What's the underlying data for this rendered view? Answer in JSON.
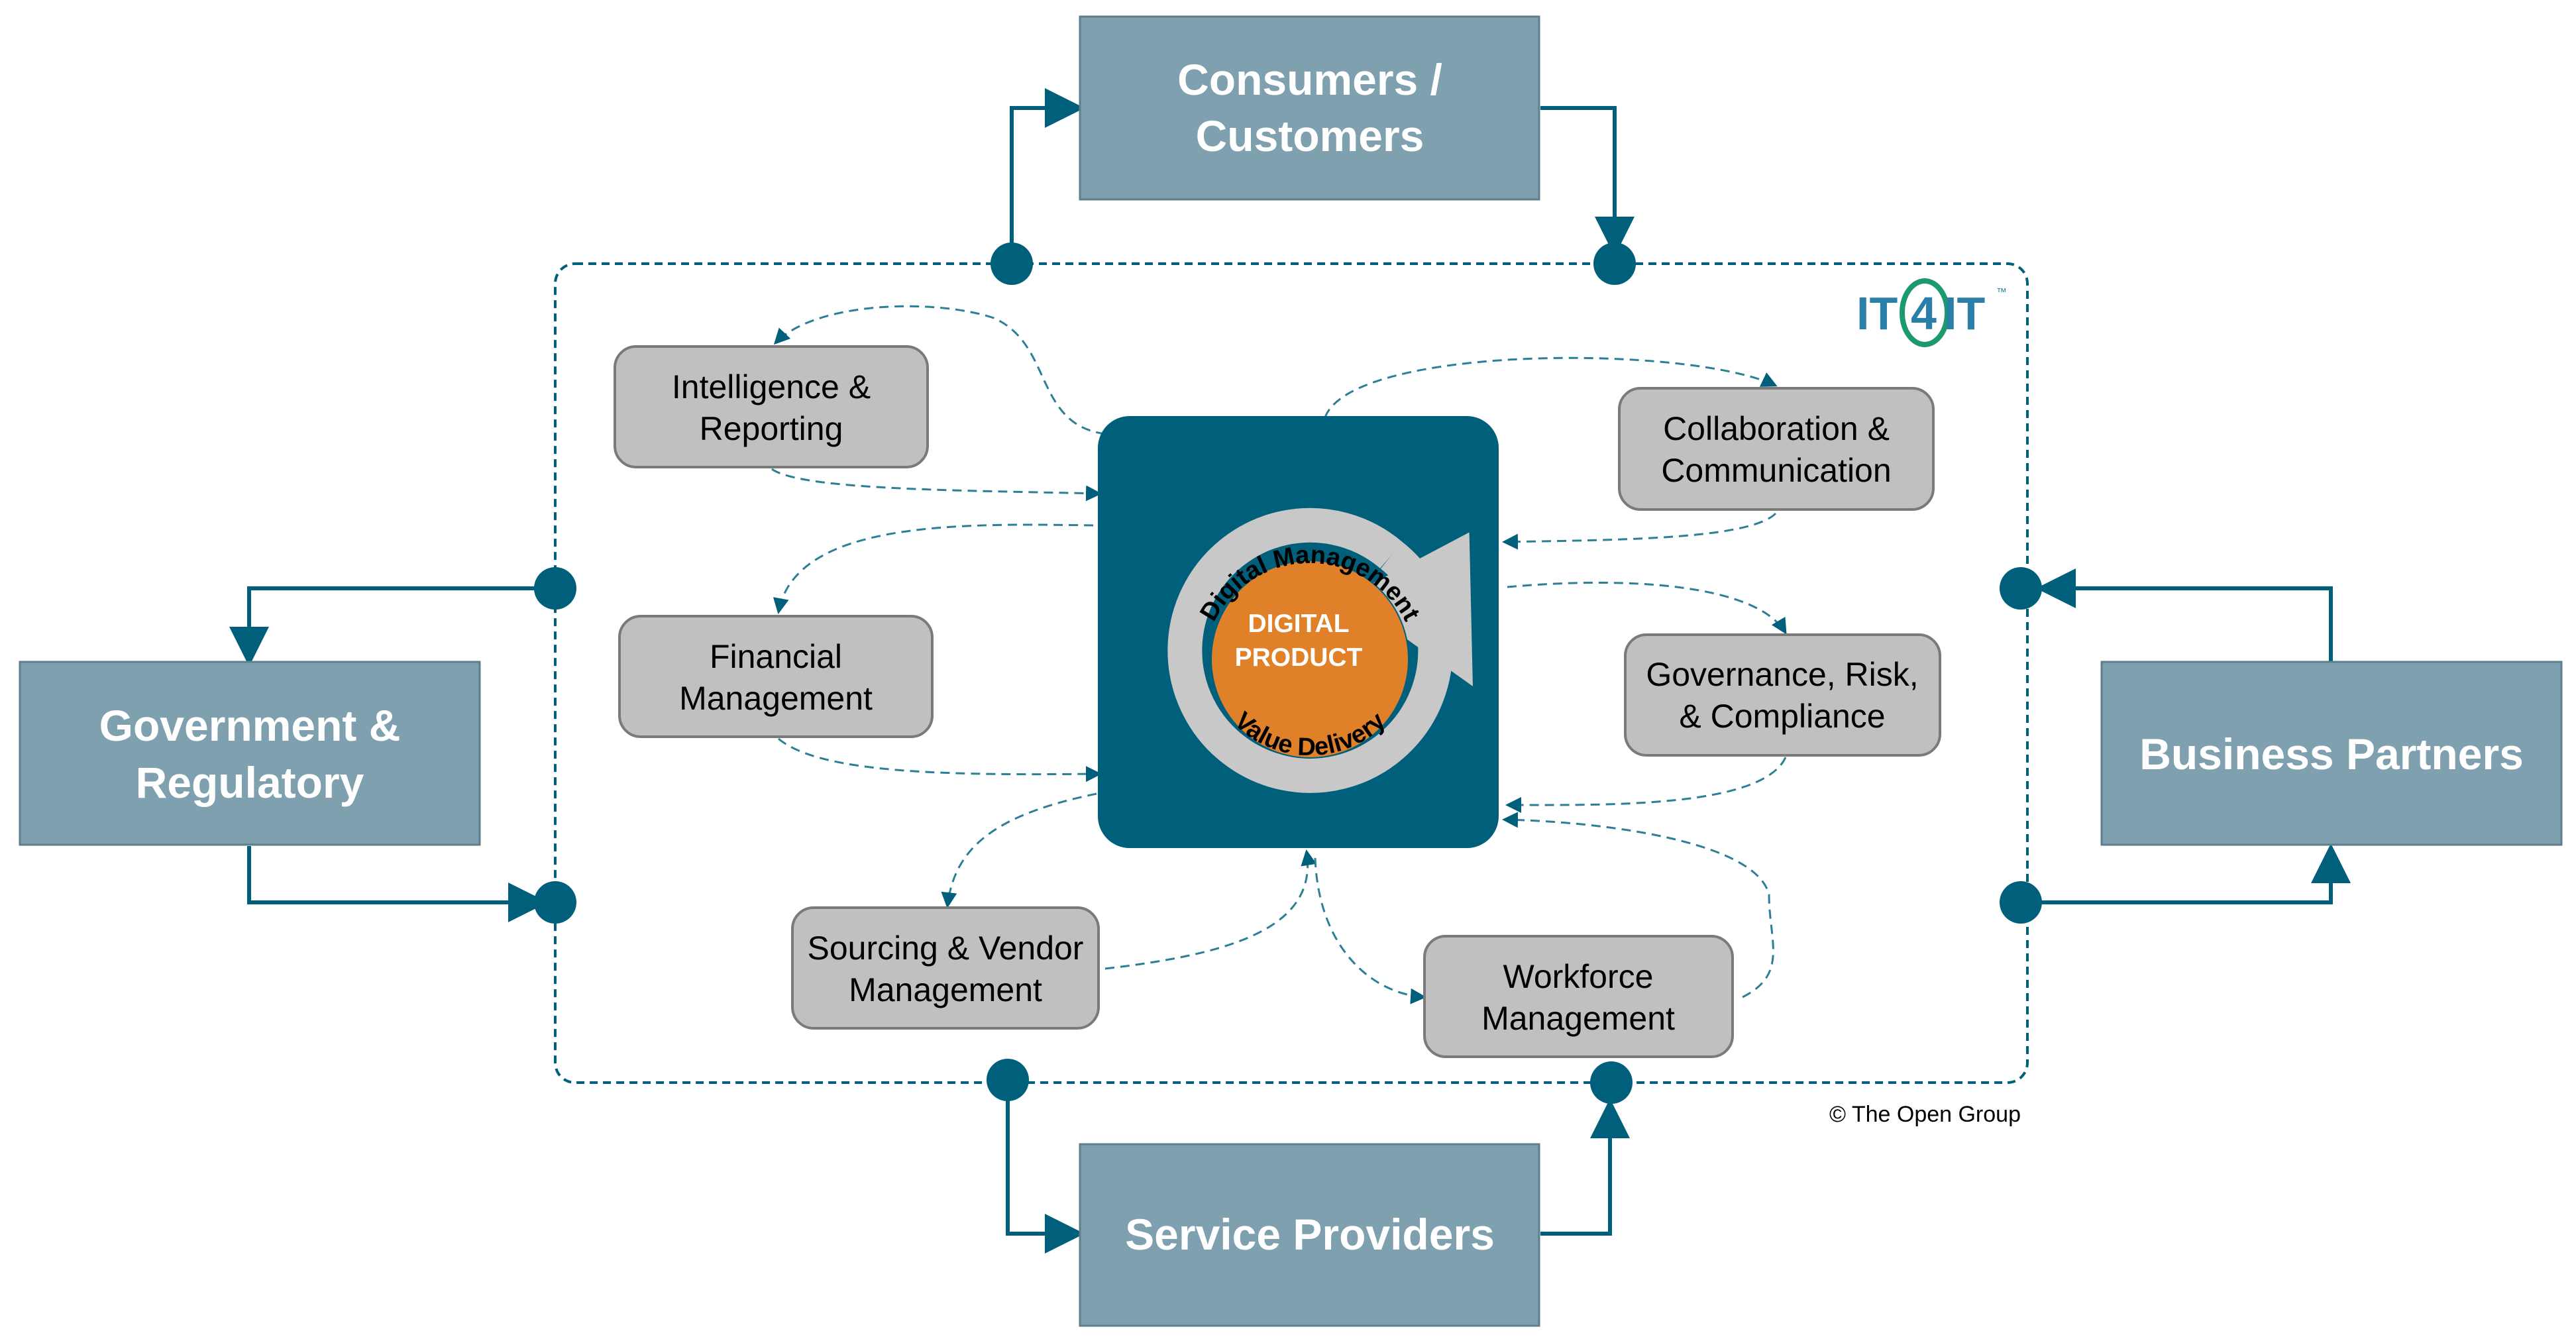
{
  "external_parties": {
    "consumers": {
      "line1": "Consumers /",
      "line2": "Customers"
    },
    "government": {
      "line1": "Government &",
      "line2": "Regulatory"
    },
    "business_partners": {
      "label": "Business Partners"
    },
    "service_providers": {
      "label": "Service Providers"
    }
  },
  "capabilities": {
    "intelligence": {
      "line1": "Intelligence &",
      "line2": "Reporting"
    },
    "collaboration": {
      "line1": "Collaboration &",
      "line2": "Communication"
    },
    "financial": {
      "line1": "Financial",
      "line2": "Management"
    },
    "governance": {
      "line1": "Governance, Risk,",
      "line2": "& Compliance"
    },
    "sourcing": {
      "line1": "Sourcing & Vendor",
      "line2": "Management"
    },
    "workforce": {
      "line1": "Workforce",
      "line2": "Management"
    }
  },
  "center": {
    "ring_top": "Digital Management",
    "ring_bottom": "Value Delivery",
    "core_line1": "DIGITAL",
    "core_line2": "PRODUCT"
  },
  "logo": {
    "left": "IT",
    "digit": "4",
    "right": "IT",
    "tm": "™"
  },
  "copyright": "© The Open Group",
  "colors": {
    "external_box": "#7fa1af",
    "dark_teal": "#005f7a",
    "capability_box": "#c0c0c0",
    "core_orange": "#e0812a",
    "ring_gray": "#c8c8c8",
    "logo_blue": "#2a7fa8",
    "logo_green": "#1d9a6c"
  }
}
